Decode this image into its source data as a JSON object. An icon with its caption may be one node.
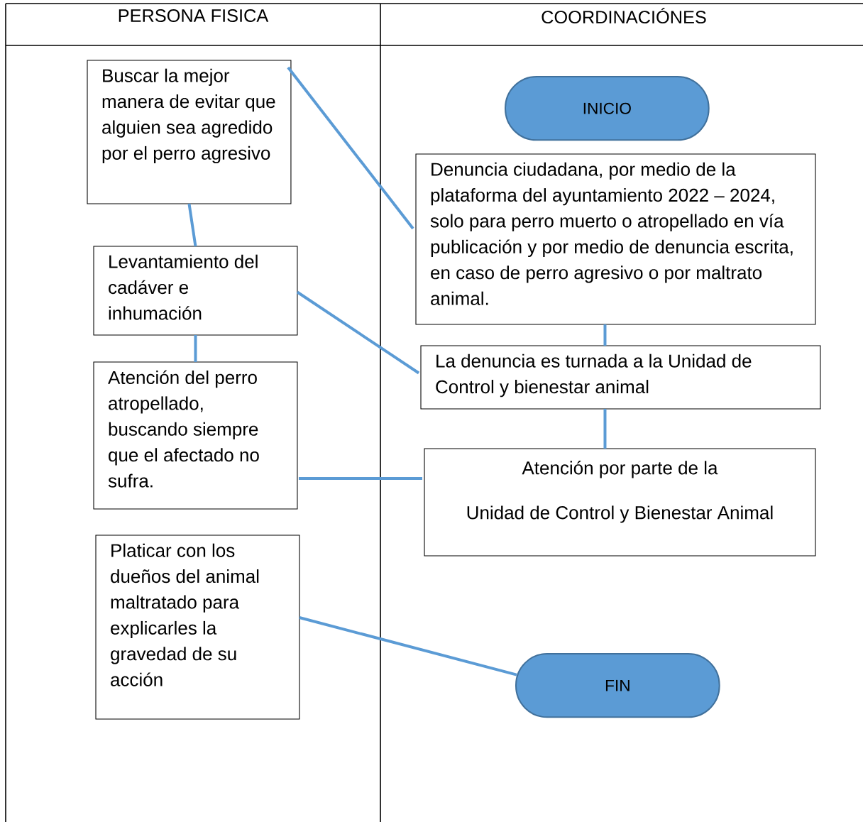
{
  "diagram": {
    "nodes": [
      {
        "text": [
          "Buscar la mejor manera de evitar que alguien sea agredido por el perro agresivo"
        ]
      },
      {
        "text": [
          "Levantamiento del cadáver e inhumación"
        ]
      },
      {
        "text": [
          "Atención del perro atropellado, buscando siempre que el afectado no sufra."
        ]
      },
      {
        "text": [
          "Platicar con los dueños del animal maltratado para explicarles la gravedad de su acción"
        ]
      },
      {
        "text": [
          "INICIO"
        ]
      },
      {
        "text": [
          "Denuncia ciudadana, por medio de la plataforma del ayuntamiento 2022 – 2024, solo para perro muerto o atropellado en vía publicación y por medio de denuncia escrita, en caso de perro agresivo o por maltrato animal."
        ]
      },
      {
        "text": [
          "La denuncia es turnada a la Unidad de Control y bienestar animal"
        ]
      },
      {
        "text": [
          "Atención por parte de la",
          "Unidad de Control y Bienestar Animal"
        ]
      },
      {
        "text": [
          "FIN"
        ]
      }
    ],
    "edges": [
      {
        "from": 0,
        "to": 1,
        "arrow": "none"
      },
      {
        "from": 1,
        "to": 2,
        "arrow": "none"
      },
      {
        "from": 0,
        "to": 5,
        "arrow": "none"
      },
      {
        "from": 1,
        "to": 6,
        "arrow": "none"
      },
      {
        "from": 2,
        "to": 7,
        "arrow": "none"
      },
      {
        "from": 5,
        "to": 6,
        "arrow": "none"
      },
      {
        "from": 6,
        "to": 7,
        "arrow": "none"
      },
      {
        "from": 3,
        "to": 8,
        "arrow": "none"
      }
    ],
    "labels": [
      "PERSONA FISICA",
      "COORDINACIÓNES"
    ]
  }
}
